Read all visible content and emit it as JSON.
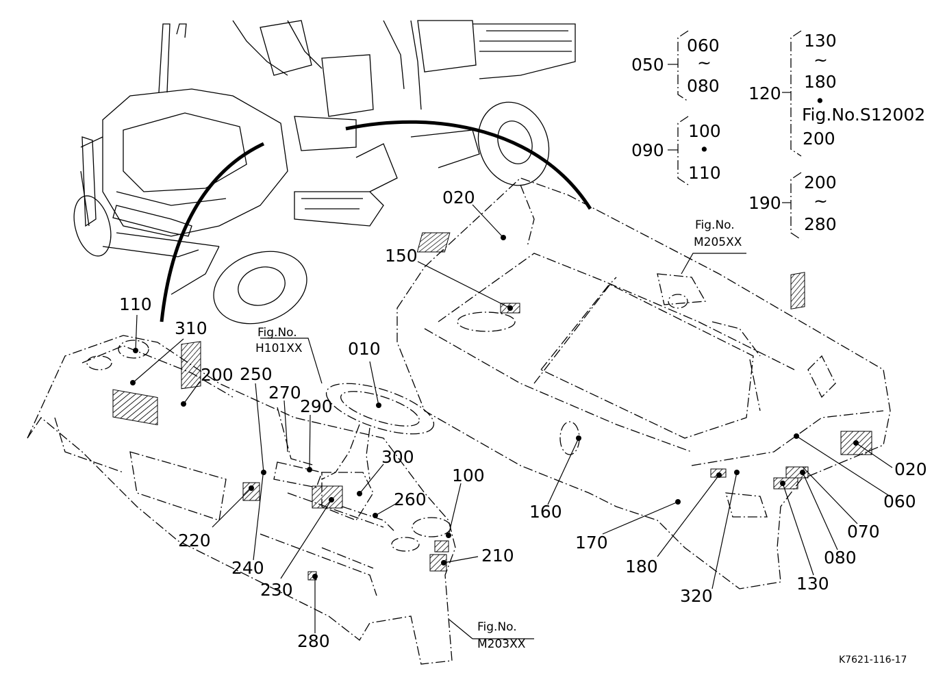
{
  "callouts": {
    "c010": "010",
    "c020a": "020",
    "c020b": "020",
    "c060": "060",
    "c070": "070",
    "c080": "080",
    "c100": "100",
    "c110": "110",
    "c130": "130",
    "c150": "150",
    "c160": "160",
    "c170": "170",
    "c180": "180",
    "c200": "200",
    "c210": "210",
    "c220": "220",
    "c230": "230",
    "c240": "240",
    "c250": "250",
    "c260": "260",
    "c270": "270",
    "c280": "280",
    "c290": "290",
    "c300": "300",
    "c310": "310",
    "c320": "320"
  },
  "fig_refs": {
    "h101_label": "Fig.No.",
    "h101_code": "H101XX",
    "m205_label": "Fig.No.",
    "m205_code": "M205XX",
    "m203_label": "Fig.No.",
    "m203_code": "M203XX"
  },
  "groups": {
    "g050": {
      "parent": "050",
      "first": "060",
      "sep": "~",
      "last": "080"
    },
    "g090": {
      "parent": "090",
      "first": "100",
      "sep": "•",
      "last": "110"
    },
    "g120": {
      "parent": "120",
      "first": "130",
      "sep1": "~",
      "mid": "180",
      "sep2": "•",
      "ref": "Fig.No.S12002",
      "last": "200"
    },
    "g190": {
      "parent": "190",
      "first": "200",
      "sep": "~",
      "last": "280"
    }
  },
  "drawing_code": "K7621-116-17"
}
